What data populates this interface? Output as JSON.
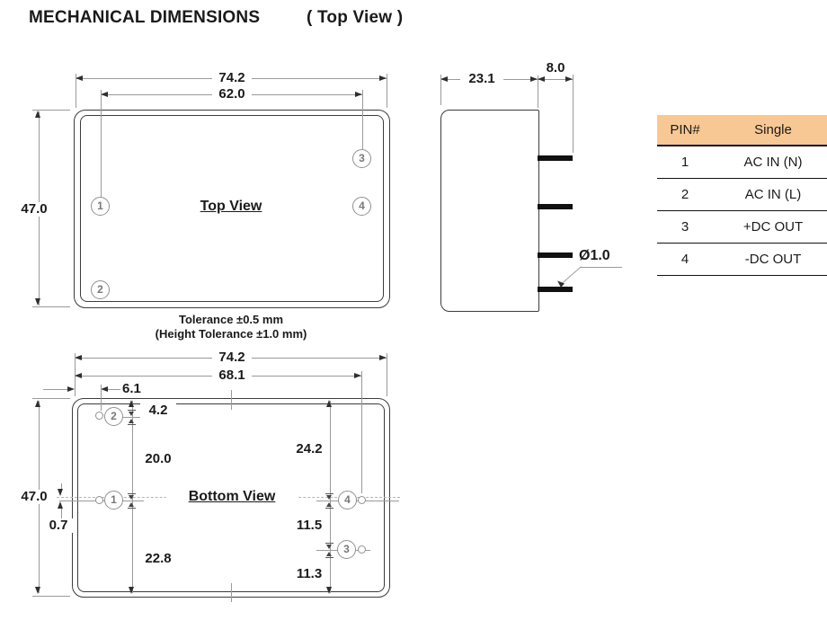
{
  "title": {
    "main": "MECHANICAL DIMENSIONS",
    "sub": "( Top View )"
  },
  "pins": {
    "p1": "1",
    "p2": "2",
    "p3": "3",
    "p4": "4"
  },
  "top_view": {
    "label": "Top View",
    "dims": {
      "width": "74.2",
      "pin_span": "62.0",
      "height": "47.0"
    }
  },
  "side_view": {
    "dims": {
      "depth": "23.1",
      "pin_length": "8.0",
      "pin_diameter": "Ø1.0"
    }
  },
  "tolerance": {
    "line1": "Tolerance ±0.5 mm",
    "line2": "(Height Tolerance ±1.0 mm)"
  },
  "pin_table": {
    "headers": [
      "PIN#",
      "Single"
    ],
    "rows": [
      [
        "1",
        "AC IN (N)"
      ],
      [
        "2",
        "AC IN (L)"
      ],
      [
        "3",
        "+DC OUT"
      ],
      [
        "4",
        "-DC OUT"
      ]
    ]
  },
  "bottom_view": {
    "label": "Bottom View",
    "dims": {
      "width": "74.2",
      "pin_span": "68.1",
      "edge_to_pin2": "6.1",
      "height": "47.0",
      "center_offset": "0.7",
      "pin2_from_top": "4.2",
      "pin2_to_pin1": "20.0",
      "pin1_to_bottom": "22.8",
      "top_to_pin4": "24.2",
      "pin4_to_pin3": "11.5",
      "pin3_to_bottom": "11.3"
    }
  },
  "colors": {
    "table_header_bg": "#f8c894",
    "outline": "#3c3c3c",
    "dimension_line": "#9a9a9a",
    "pin_fill": "#111111"
  }
}
